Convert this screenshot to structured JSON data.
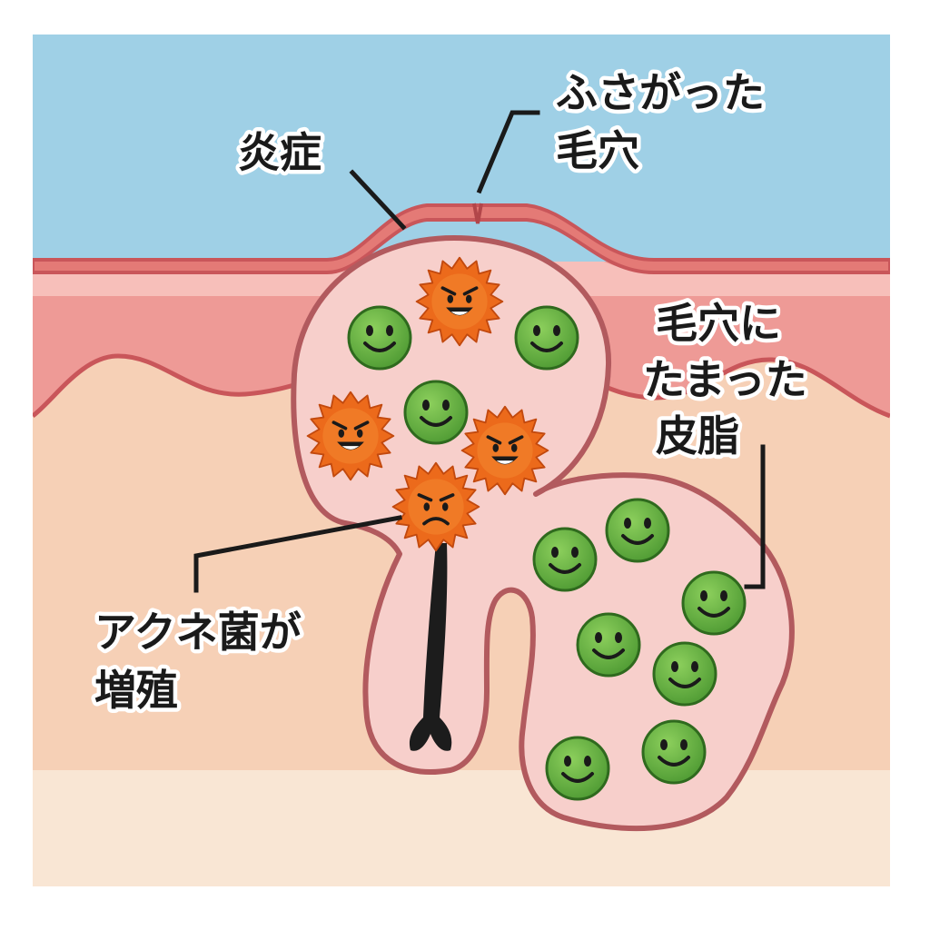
{
  "labels": {
    "inflammation": "炎症",
    "clogged_pore_line1": "ふさがった",
    "clogged_pore_line2": "毛穴",
    "sebum_line1": "毛穴に",
    "sebum_line2": "たまった",
    "sebum_line3": "皮脂",
    "bacteria_line1": "アクネ菌が",
    "bacteria_line2": "増殖"
  },
  "colors": {
    "sky": "#9fd0e6",
    "epidermis": "#ee9a96",
    "epidermis_outline": "#c9565a",
    "dermis": "#f6d0b6",
    "subcutis": "#f9e6d4",
    "pore_fill": "#f7cfcb",
    "pore_outline": "#b25a5e",
    "sebum_ball": "#58a83a",
    "bacteria": "#ec6a1b",
    "hair": "#1c1c1c"
  },
  "icons": [
    "sebum-smiley-icon",
    "acne-bacteria-icon",
    "hair-icon"
  ]
}
